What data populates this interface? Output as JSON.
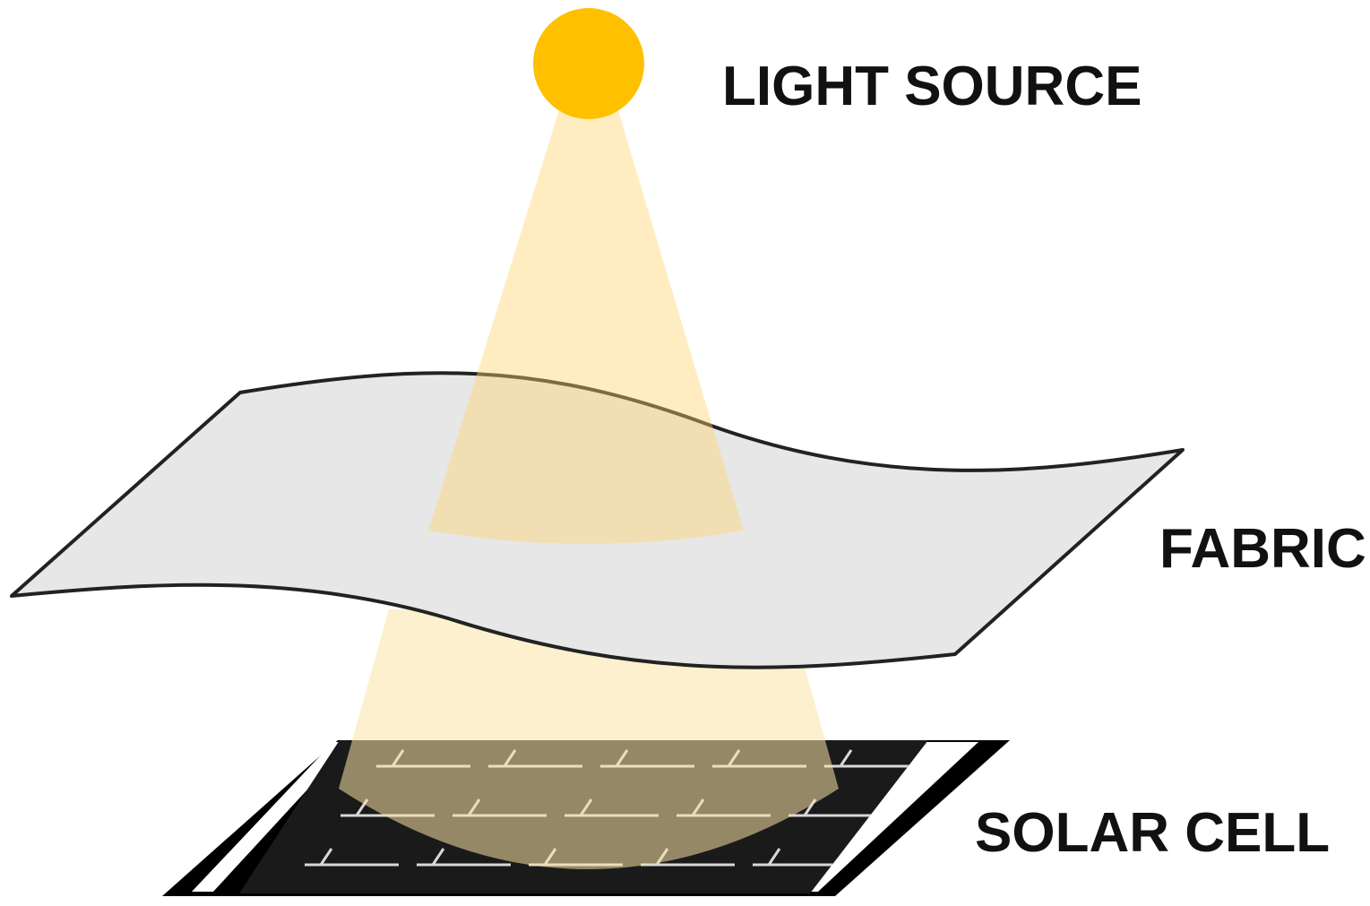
{
  "labels": {
    "light_source": "LIGHT SOURCE",
    "fabric": "FABRIC",
    "solar_cell": "SOLAR CELL"
  },
  "colors": {
    "sun": "#FFC000",
    "beam": "#FBE3A6",
    "fabric_fill": "#E7E7E7",
    "fabric_stroke": "#222222",
    "cell_frame": "#000000",
    "cell_strip": "#FFFFFF",
    "cell_surface": "#1A1A1A",
    "finger_lines": "#D8D8D8",
    "label_text": "#111111"
  },
  "icons": {
    "sun": "sun-icon",
    "beam": "light-beam",
    "fabric": "fabric-sheet",
    "cell": "solar-cell-panel"
  }
}
